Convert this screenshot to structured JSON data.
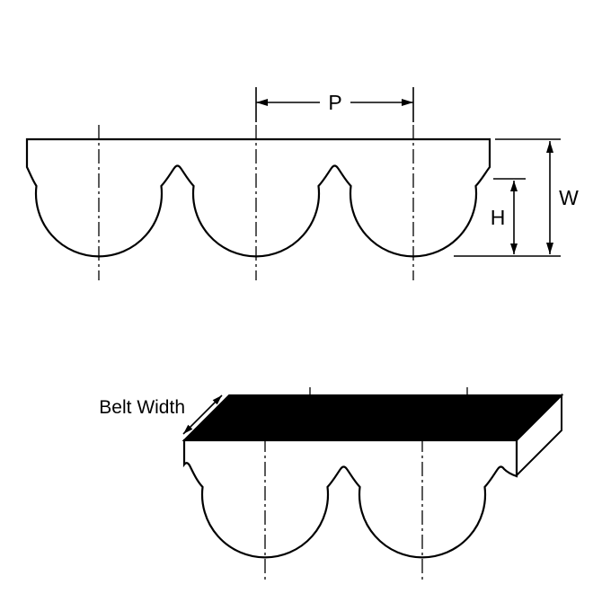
{
  "labels": {
    "pitch": "P",
    "width": "W",
    "height": "H",
    "belt_width": "Belt Width"
  },
  "colors": {
    "line": "#000000",
    "background": "#ffffff",
    "top_face_fill": "#000000",
    "belt_fill": "#ffffff"
  }
}
